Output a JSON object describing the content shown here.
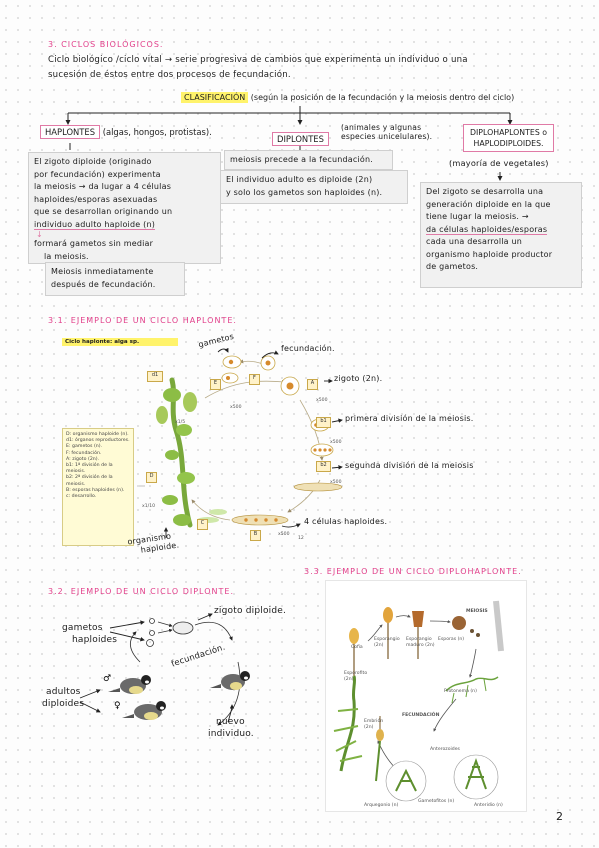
{
  "section3": {
    "title": "3. CICLOS BIOLÓGICOS.",
    "definition_line1": "Ciclo biológico /ciclo vital → serie progresiva de cambios que experimenta un individuo o una",
    "definition_line2": "sucesión de éstos entre dos procesos de fecundación.",
    "classification_label": "CLASIFICACIÓN",
    "classification_rest": "(según la posición de la fecundación y la meiosis dentro del ciclo)"
  },
  "haplontes": {
    "title": "HAPLONTES",
    "examples": "(algas, hongos, protistas).",
    "note_lines": [
      "El zigoto diploide (originado",
      "por fecundación) experimenta",
      "la meiosis → da lugar a 4 células",
      "haploides/esporas asexuadas",
      "que se desarrollan originando un",
      "individuo adulto haploide (n)"
    ],
    "note_arrow_line1": "formará gametos sin mediar",
    "note_arrow_line2": "la meiosis.",
    "meiosis_line1": "Meiosis inmediatamente",
    "meiosis_line2": "después de fecundación."
  },
  "diplontes": {
    "title": "DIPLONTES",
    "examples_line1": "(animales y algunas",
    "examples_line2": "especies unicelulares).",
    "meiosis_note": "meiosis precede a la fecundación.",
    "note_line1": "El individuo adulto es diploide (2n)",
    "note_line2": "y solo los gametos son haploides (n)."
  },
  "diplohaplontes": {
    "title_line1": "DIPLOHAPLONTES o",
    "title_line2": "HAPLODIPLOIDES.",
    "majority": "(mayoría de vegetales)",
    "note_lines": [
      "Del zigoto se desarrolla una",
      "generación diploide en la que",
      "tiene lugar la meiosis. →",
      "da células haploides/esporas",
      "cada una desarrolla un",
      "organismo haploide productor",
      "de gametos."
    ]
  },
  "section31": {
    "title": "3.1. EJEMPLO DE UN CICLO HAPLONTE.",
    "figure_title": "Ciclo haplonte: alga sp.",
    "labels": {
      "gametos": "gametos",
      "fecundacion": "fecundación.",
      "zigoto": "zigoto (2n).",
      "primera": "primera división de la meiosis.",
      "segunda": "segunda división de la meiosis",
      "cuatro": "4 células haploides.",
      "organismo_line1": "organismo",
      "organismo_line2": "haploide."
    },
    "tags": [
      "d1",
      "E",
      "F",
      "A",
      "b1",
      "b2",
      "B",
      "C",
      "D"
    ],
    "mag": [
      "x1/5",
      "x500",
      "x500",
      "x500",
      "x500",
      "x500",
      "x1/10"
    ],
    "page_num": "12",
    "legend": [
      "D: organismo haploide (n).",
      "d1: órganos reproductores.",
      "E: gametos (n).",
      "F: fecundación.",
      "A: zigoto (2n).",
      "b1: 1ª división de la meiosis.",
      "b2: 2ª división de la meiosis.",
      "B: esporas haploides (n).",
      "c: desarrollo."
    ]
  },
  "section32": {
    "title": "3.2. EJEMPLO DE UN CICLO DIPLONTE.",
    "gametos_line1": "gametos",
    "gametos_line2": "haploides",
    "zigoto": "zigoto diploide.",
    "fecundacion": "fecundación.",
    "adultos_line1": "adultos",
    "adultos_line2": "diploides",
    "nuevo_line1": "nuevo",
    "nuevo_line2": "individuo."
  },
  "section33": {
    "title": "3.3. EJEMPLO DE UN CICLO DIPLOHAPLONTE.",
    "fig_labels": {
      "cofia": "Cofia",
      "esporangio": "Esporangio (2n)",
      "esporangio_maduro": "Esporangio maduro (2n)",
      "esporas": "Esporas (n)",
      "meiosis": "MEIOSIS",
      "esporofito": "Esporofito (2n)",
      "protonema": "Protonema (n)",
      "fecundacion": "FECUNDACIÓN",
      "embrion": "Embrión (2n)",
      "anterozoides": "Anterozoides",
      "arquegonio": "Arquegonio (n)",
      "gametofitos": "Gametofitos (n)",
      "anteridio": "Anteridio (n)"
    }
  },
  "page_number": "2",
  "colors": {
    "accent_pink": "#e2408b",
    "highlight_yellow": "#fff36b",
    "note_grey": "#f1f1f1"
  }
}
